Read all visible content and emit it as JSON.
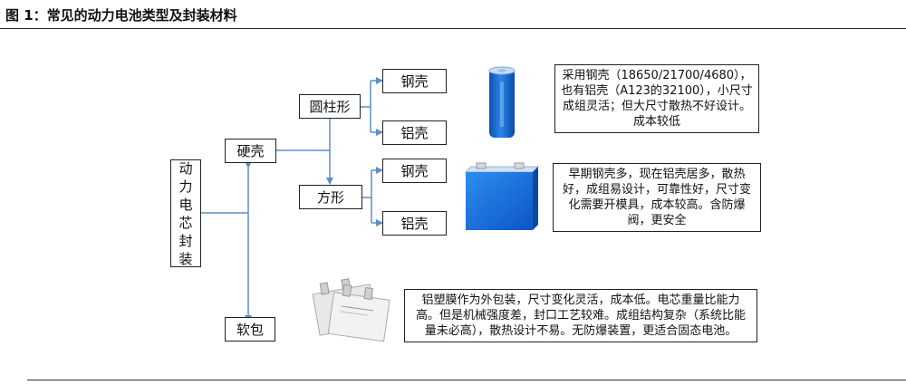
{
  "title": "图 1：常见的动力电池类型及封装材料",
  "diagram": {
    "root": [
      "动",
      "力",
      "电",
      "芯",
      "封",
      "装"
    ],
    "hard_shell": "硬壳",
    "soft_pack": "软包",
    "cylindrical": "圆柱形",
    "prismatic": "方形",
    "steel_1": "钢壳",
    "aluminum_1": "铝壳",
    "steel_2": "钢壳",
    "aluminum_2": "铝壳"
  },
  "descriptions": {
    "cylindrical": "采用钢壳（18650/21700/4680），也有铝壳（A123的32100），小尺寸成组灵活；但大尺寸散热不好设计。成本较低",
    "prismatic": "早期钢壳多，现在铝壳居多，散热好，成组易设计，可靠性好，尺寸变化需要开模具，成本较高。含防爆阀，更安全",
    "pouch": "铝塑膜作为外包装，尺寸变化灵活，成本低。电芯重量比能力高。但是机械强度差，封口工艺较难。成组结构复杂（系统比能量未必高），散热设计不易。无防爆装置，更适合固态电池。"
  },
  "colors": {
    "connector": "#5b8fc9",
    "battery_blue": "#1f6fd6",
    "battery_top": "#9bc4ef"
  }
}
